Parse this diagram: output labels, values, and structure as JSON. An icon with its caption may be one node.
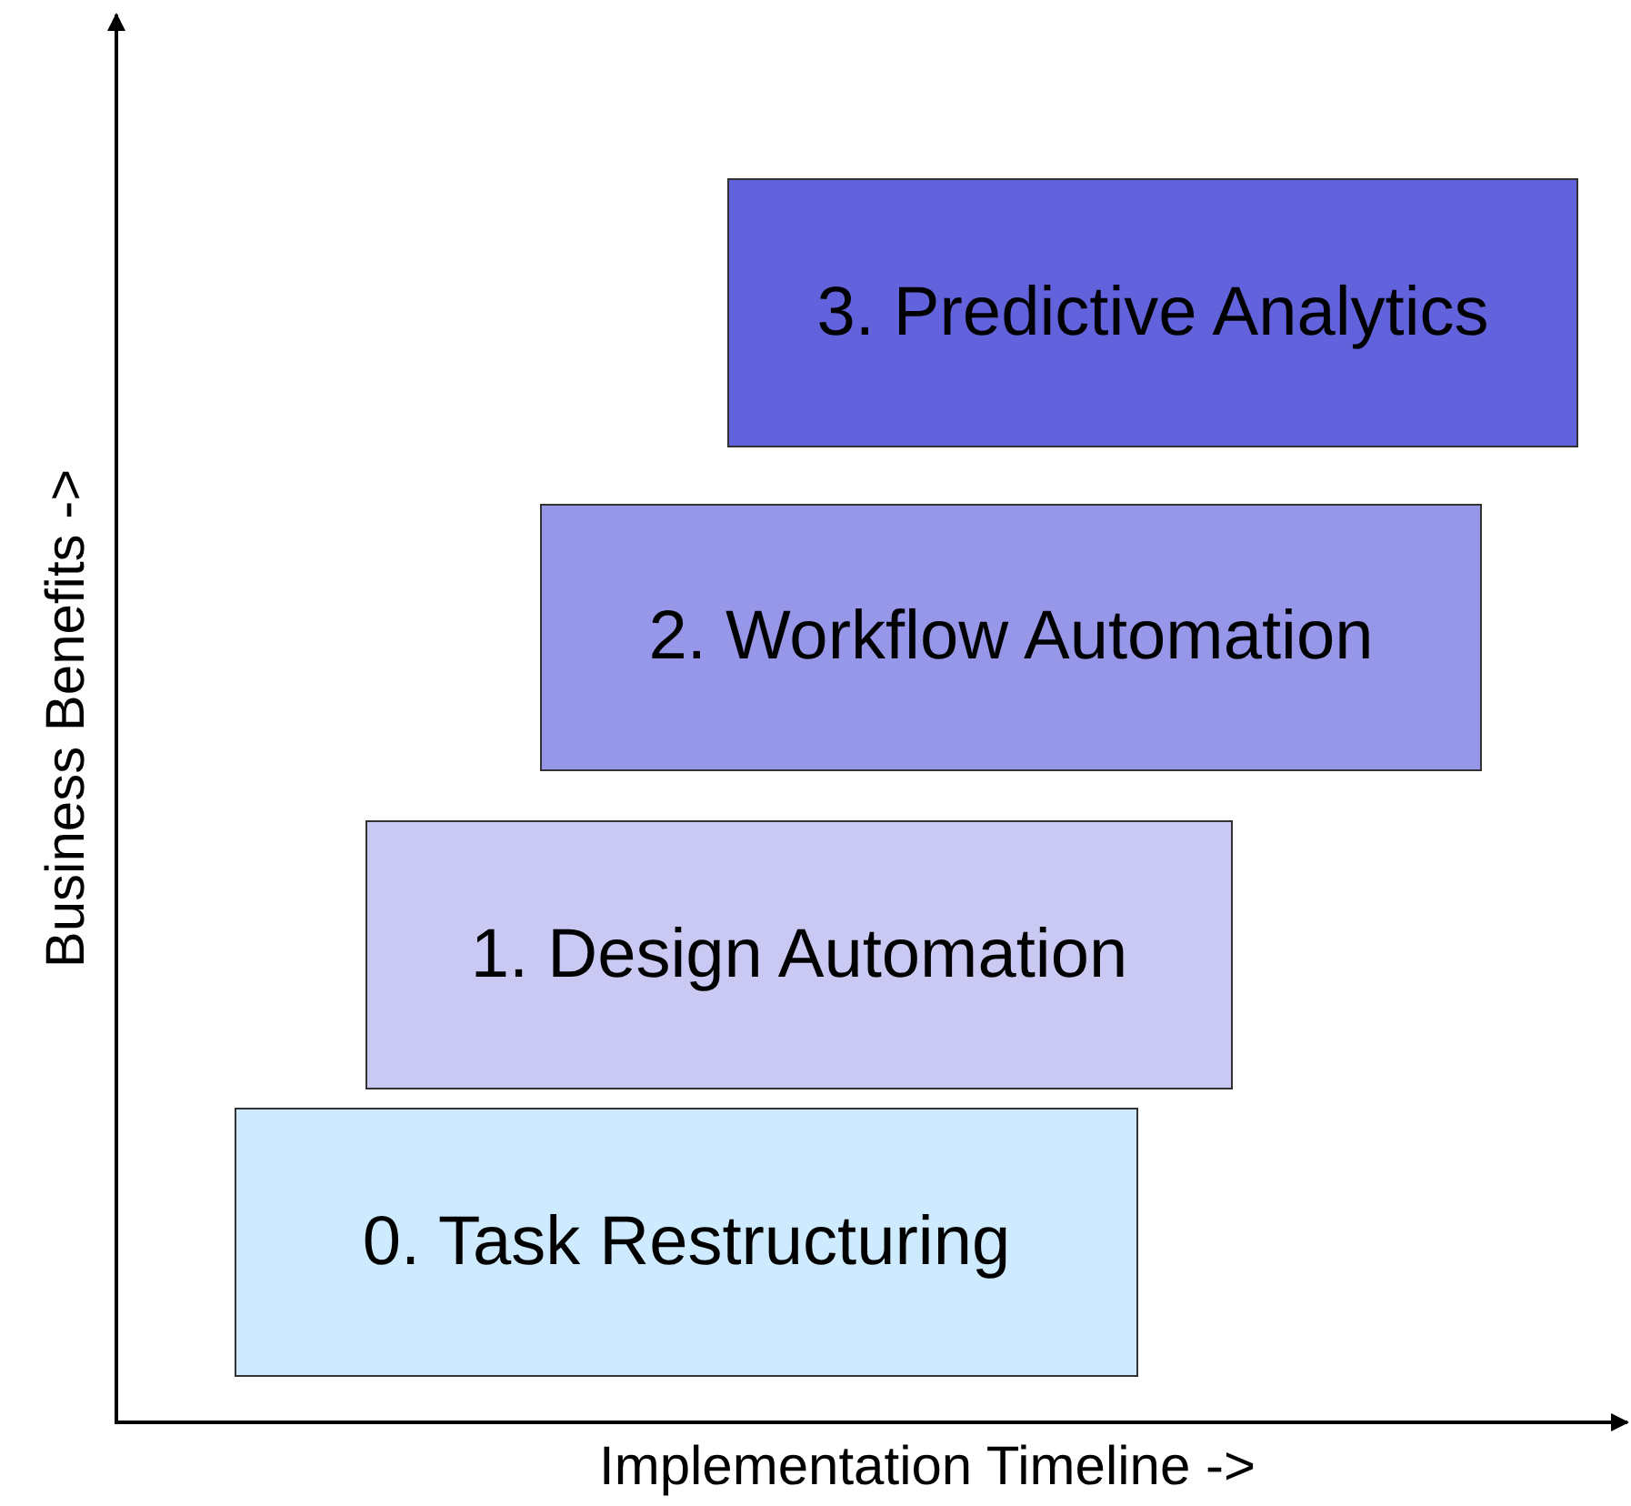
{
  "diagram": {
    "nodes": [
      {
        "text": [
          "3. Predictive Analytics"
        ]
      },
      {
        "text": [
          "2. Workflow Automation"
        ]
      },
      {
        "text": [
          "1. Design Automation"
        ]
      },
      {
        "text": [
          "0. Task Restructuring"
        ]
      }
    ],
    "labels": [
      "Business Benefits ->",
      "Implementation Timeline ->"
    ]
  }
}
